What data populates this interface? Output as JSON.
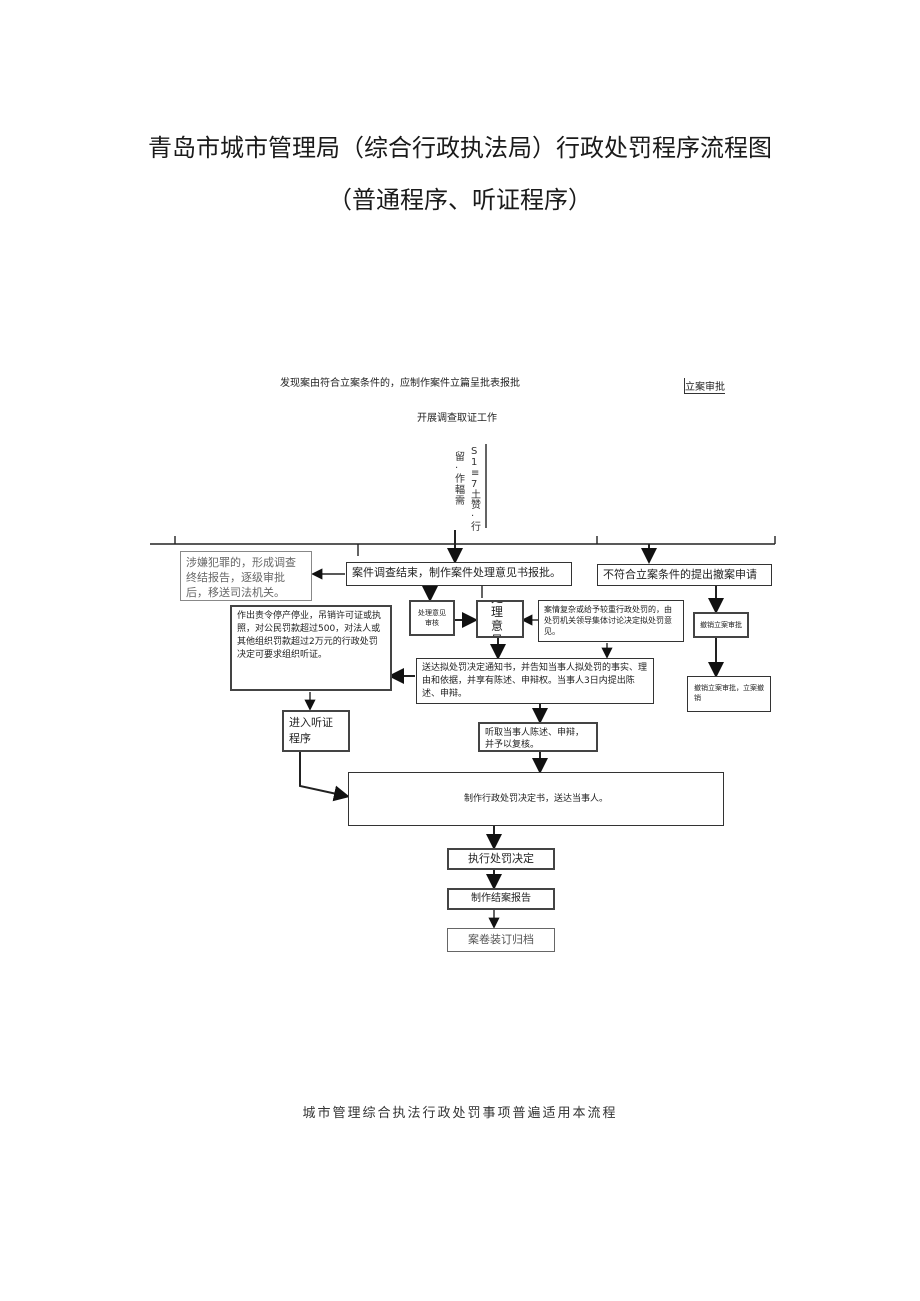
{
  "document": {
    "title_line1": "青岛市城市管理局（综合行政执法局）行政处罚程序流程图",
    "title_line2": "（普通程序、听证程序）",
    "footer": "城市管理综合执法行政处罚事项普遍适用本流程"
  },
  "flowchart": {
    "step_register": "发现案由符合立案条件的，应制作案件立篇呈批表报批",
    "step_approval": "立案审批",
    "step_investigate": "开展调查取证工作",
    "vertical_col1": "留·作輻需",
    "vertical_col2": "S1≡7土",
    "vertical_col3": "赞·行",
    "step_crime": "涉嫌犯罪的，形成调查终结报告，逐级审批后，移送司法机关。",
    "step_conclude": "案件调查结束，制作案件处理意见书报批。",
    "step_not_meet": "不符合立案条件的提出撤案申请",
    "step_review_small": "处理意见审核",
    "step_opinion": "处理意见",
    "step_collective": "案情复杂或给予较重行政处罚的，由处罚机关领导集体讨论决定拟处罚意见。",
    "step_hearing_notice": "作出责令停产停业，吊销许可证或执照，对公民罚款超过500，对法人或其他组织罚款超过2万元的行政处罚决定可要求组织听证。",
    "step_cancel_review": "撤销立案审批",
    "step_notify": "送达拟处罚决定通知书，并告知当事人拟处罚的事实、理由和依据，并享有陈述、申辩权。当事人3日内提出陈述、申辩。",
    "step_cancel_done": "撤销立案审批，立案撤销",
    "step_hearing": "进入听证程序",
    "step_listen": "听取当事人陈述、申辩，并予以复核。",
    "step_decision": "制作行政处罚决定书，送达当事人。",
    "step_execute": "执行处罚决定",
    "step_report": "制作结案报告",
    "step_archive": "案卷装订归档"
  }
}
